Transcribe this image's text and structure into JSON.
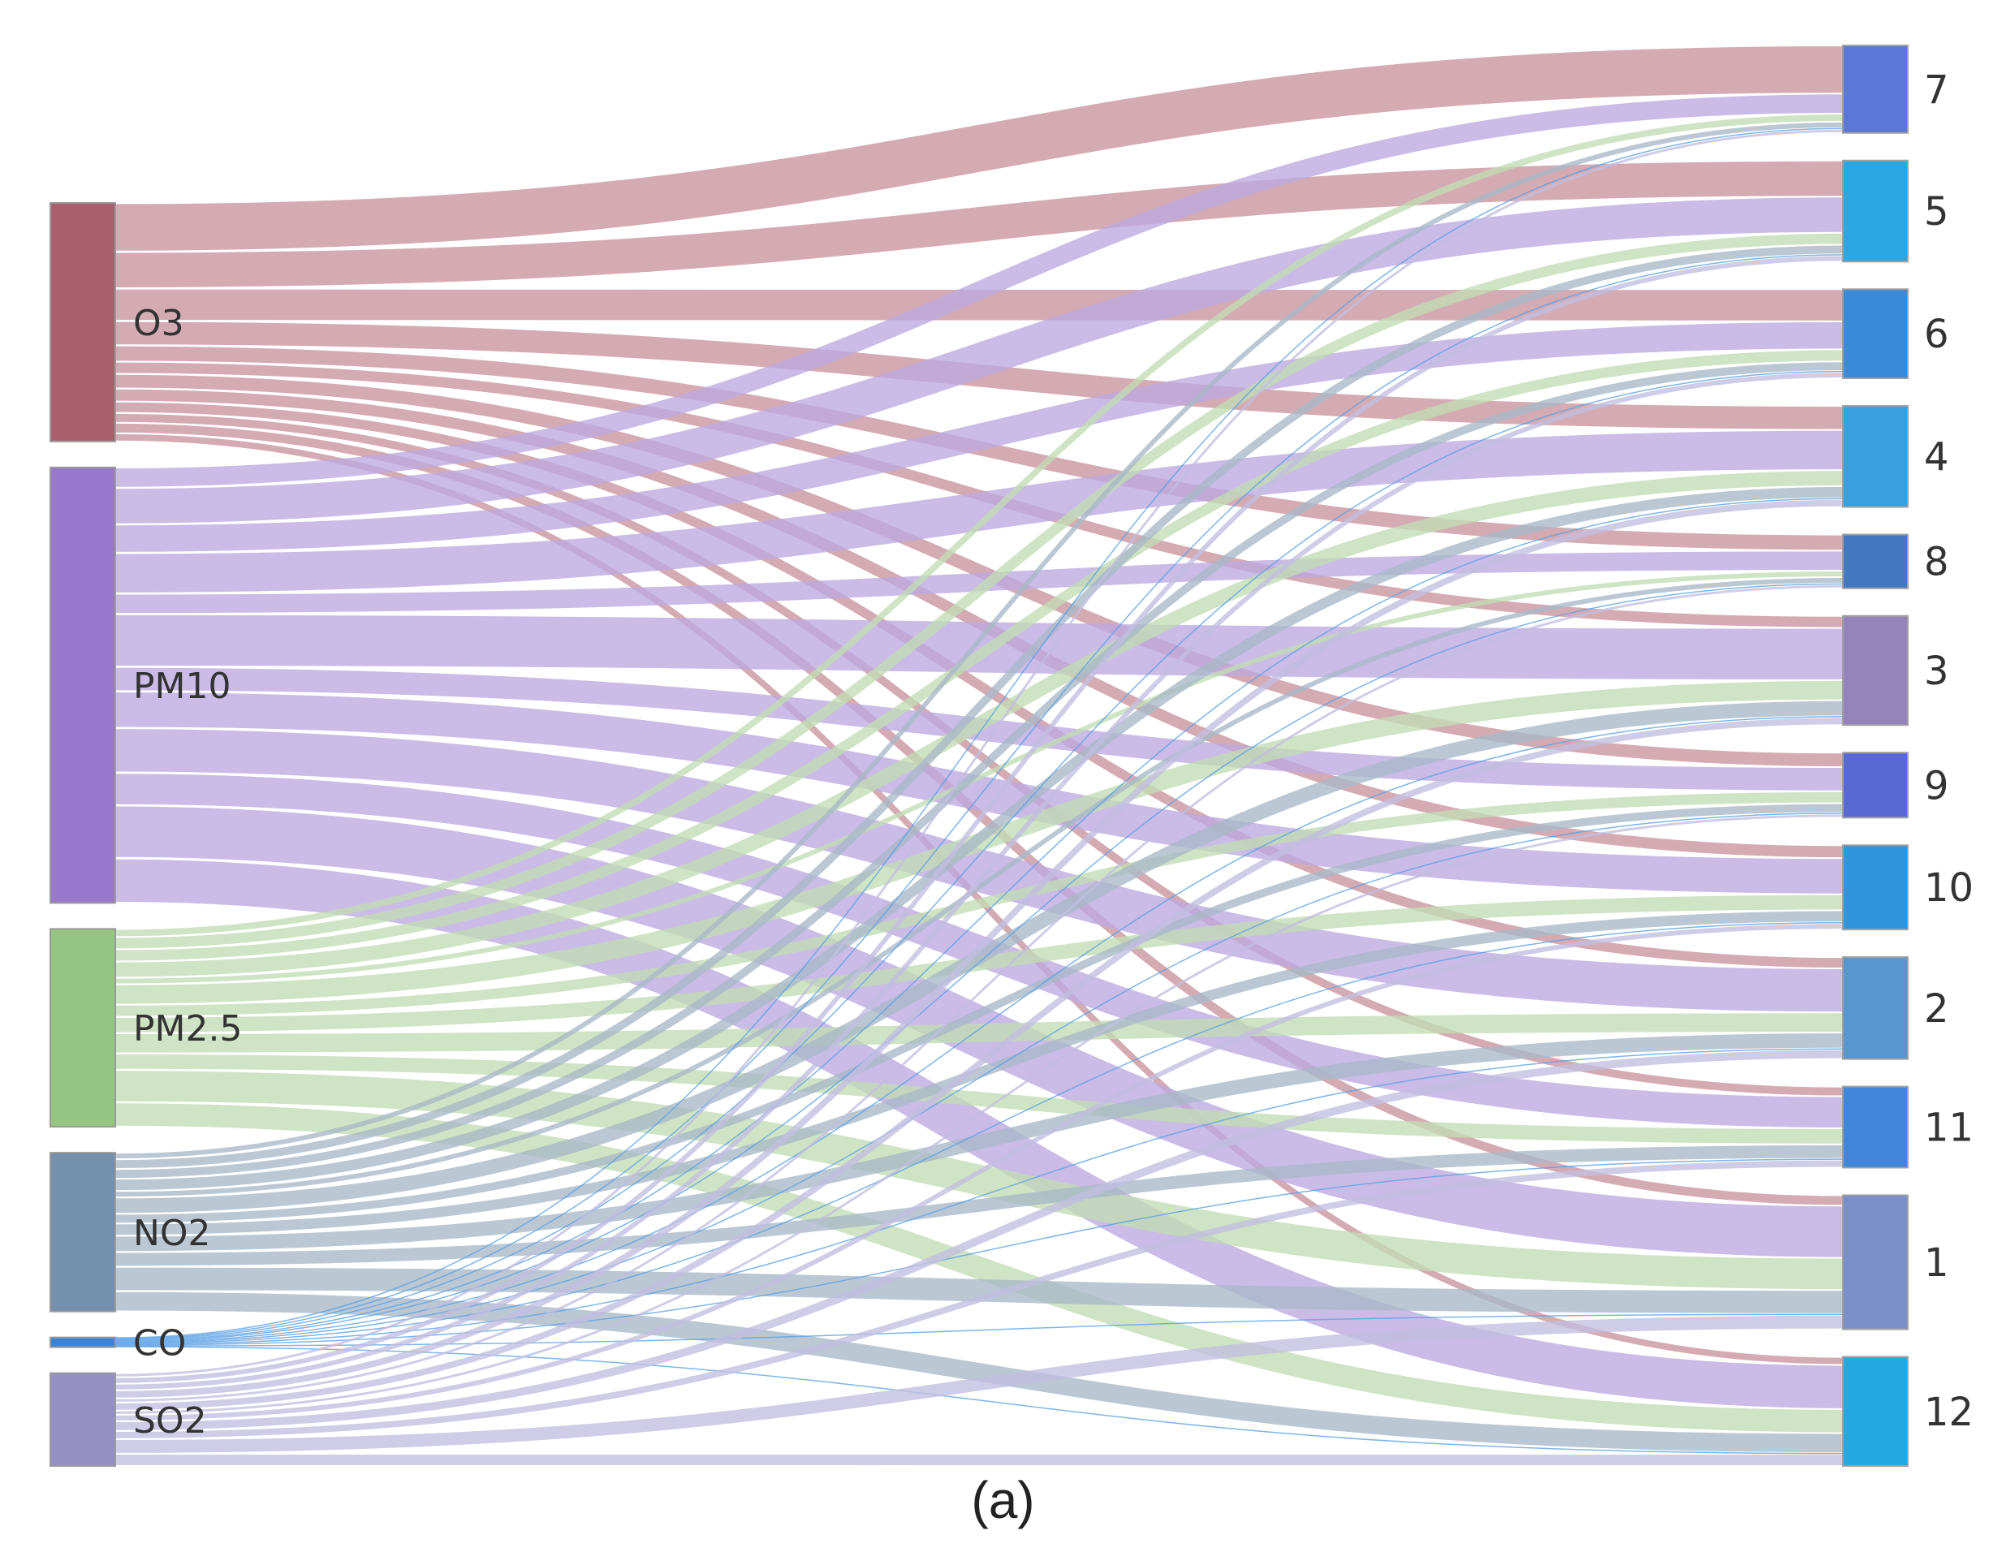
{
  "caption": "(a)",
  "chart_data": {
    "type": "sankey",
    "sources": [
      {
        "name": "O3",
        "color": "#a8606e",
        "link_color": "#c9949e"
      },
      {
        "name": "PM10",
        "color": "#9878cc",
        "link_color": "#bda8e0"
      },
      {
        "name": "PM2.5",
        "color": "#96c482",
        "link_color": "#c2dcb4"
      },
      {
        "name": "NO2",
        "color": "#7490ac",
        "link_color": "#a8b8c8"
      },
      {
        "name": "CO",
        "color": "#3a84d8",
        "link_color": "#5aa0e6"
      },
      {
        "name": "SO2",
        "color": "#9490c4",
        "link_color": "#c2bee0"
      }
    ],
    "targets": [
      {
        "name": "7",
        "color": "#5b78d8"
      },
      {
        "name": "5",
        "color": "#2aa6e2"
      },
      {
        "name": "6",
        "color": "#3a8ad8"
      },
      {
        "name": "4",
        "color": "#38a0de"
      },
      {
        "name": "8",
        "color": "#4478c0"
      },
      {
        "name": "3",
        "color": "#9484bc"
      },
      {
        "name": "9",
        "color": "#5868d4"
      },
      {
        "name": "10",
        "color": "#2f96de"
      },
      {
        "name": "2",
        "color": "#5896d2"
      },
      {
        "name": "11",
        "color": "#3f86dc"
      },
      {
        "name": "1",
        "color": "#7a8ec8"
      },
      {
        "name": "12",
        "color": "#24a8e2"
      }
    ],
    "links": {
      "O3": {
        "7": 60,
        "5": 45,
        "6": 40,
        "4": 30,
        "8": 20,
        "3": 15,
        "9": 18,
        "10": 16,
        "2": 14,
        "11": 12,
        "1": 13,
        "12": 10
      },
      "PM10": {
        "7": 25,
        "5": 45,
        "6": 35,
        "4": 50,
        "8": 25,
        "3": 65,
        "9": 30,
        "10": 45,
        "2": 55,
        "11": 40,
        "1": 65,
        "12": 55
      },
      "PM2.5": {
        "7": 10,
        "5": 15,
        "6": 15,
        "4": 20,
        "8": 8,
        "3": 25,
        "9": 15,
        "10": 20,
        "2": 25,
        "11": 20,
        "1": 40,
        "12": 30
      },
      "NO2": {
        "7": 8,
        "5": 12,
        "6": 12,
        "4": 15,
        "8": 8,
        "3": 20,
        "9": 12,
        "10": 15,
        "2": 20,
        "11": 18,
        "1": 30,
        "12": 25
      },
      "CO": {
        "7": 1,
        "5": 1,
        "6": 1,
        "4": 1,
        "8": 1,
        "3": 1,
        "9": 1,
        "10": 1,
        "2": 1,
        "11": 1,
        "1": 1,
        "12": 1
      },
      "SO2": {
        "7": 5,
        "5": 8,
        "6": 8,
        "4": 10,
        "8": 5,
        "3": 10,
        "9": 5,
        "10": 8,
        "2": 12,
        "11": 10,
        "1": 18,
        "12": 15
      }
    }
  }
}
